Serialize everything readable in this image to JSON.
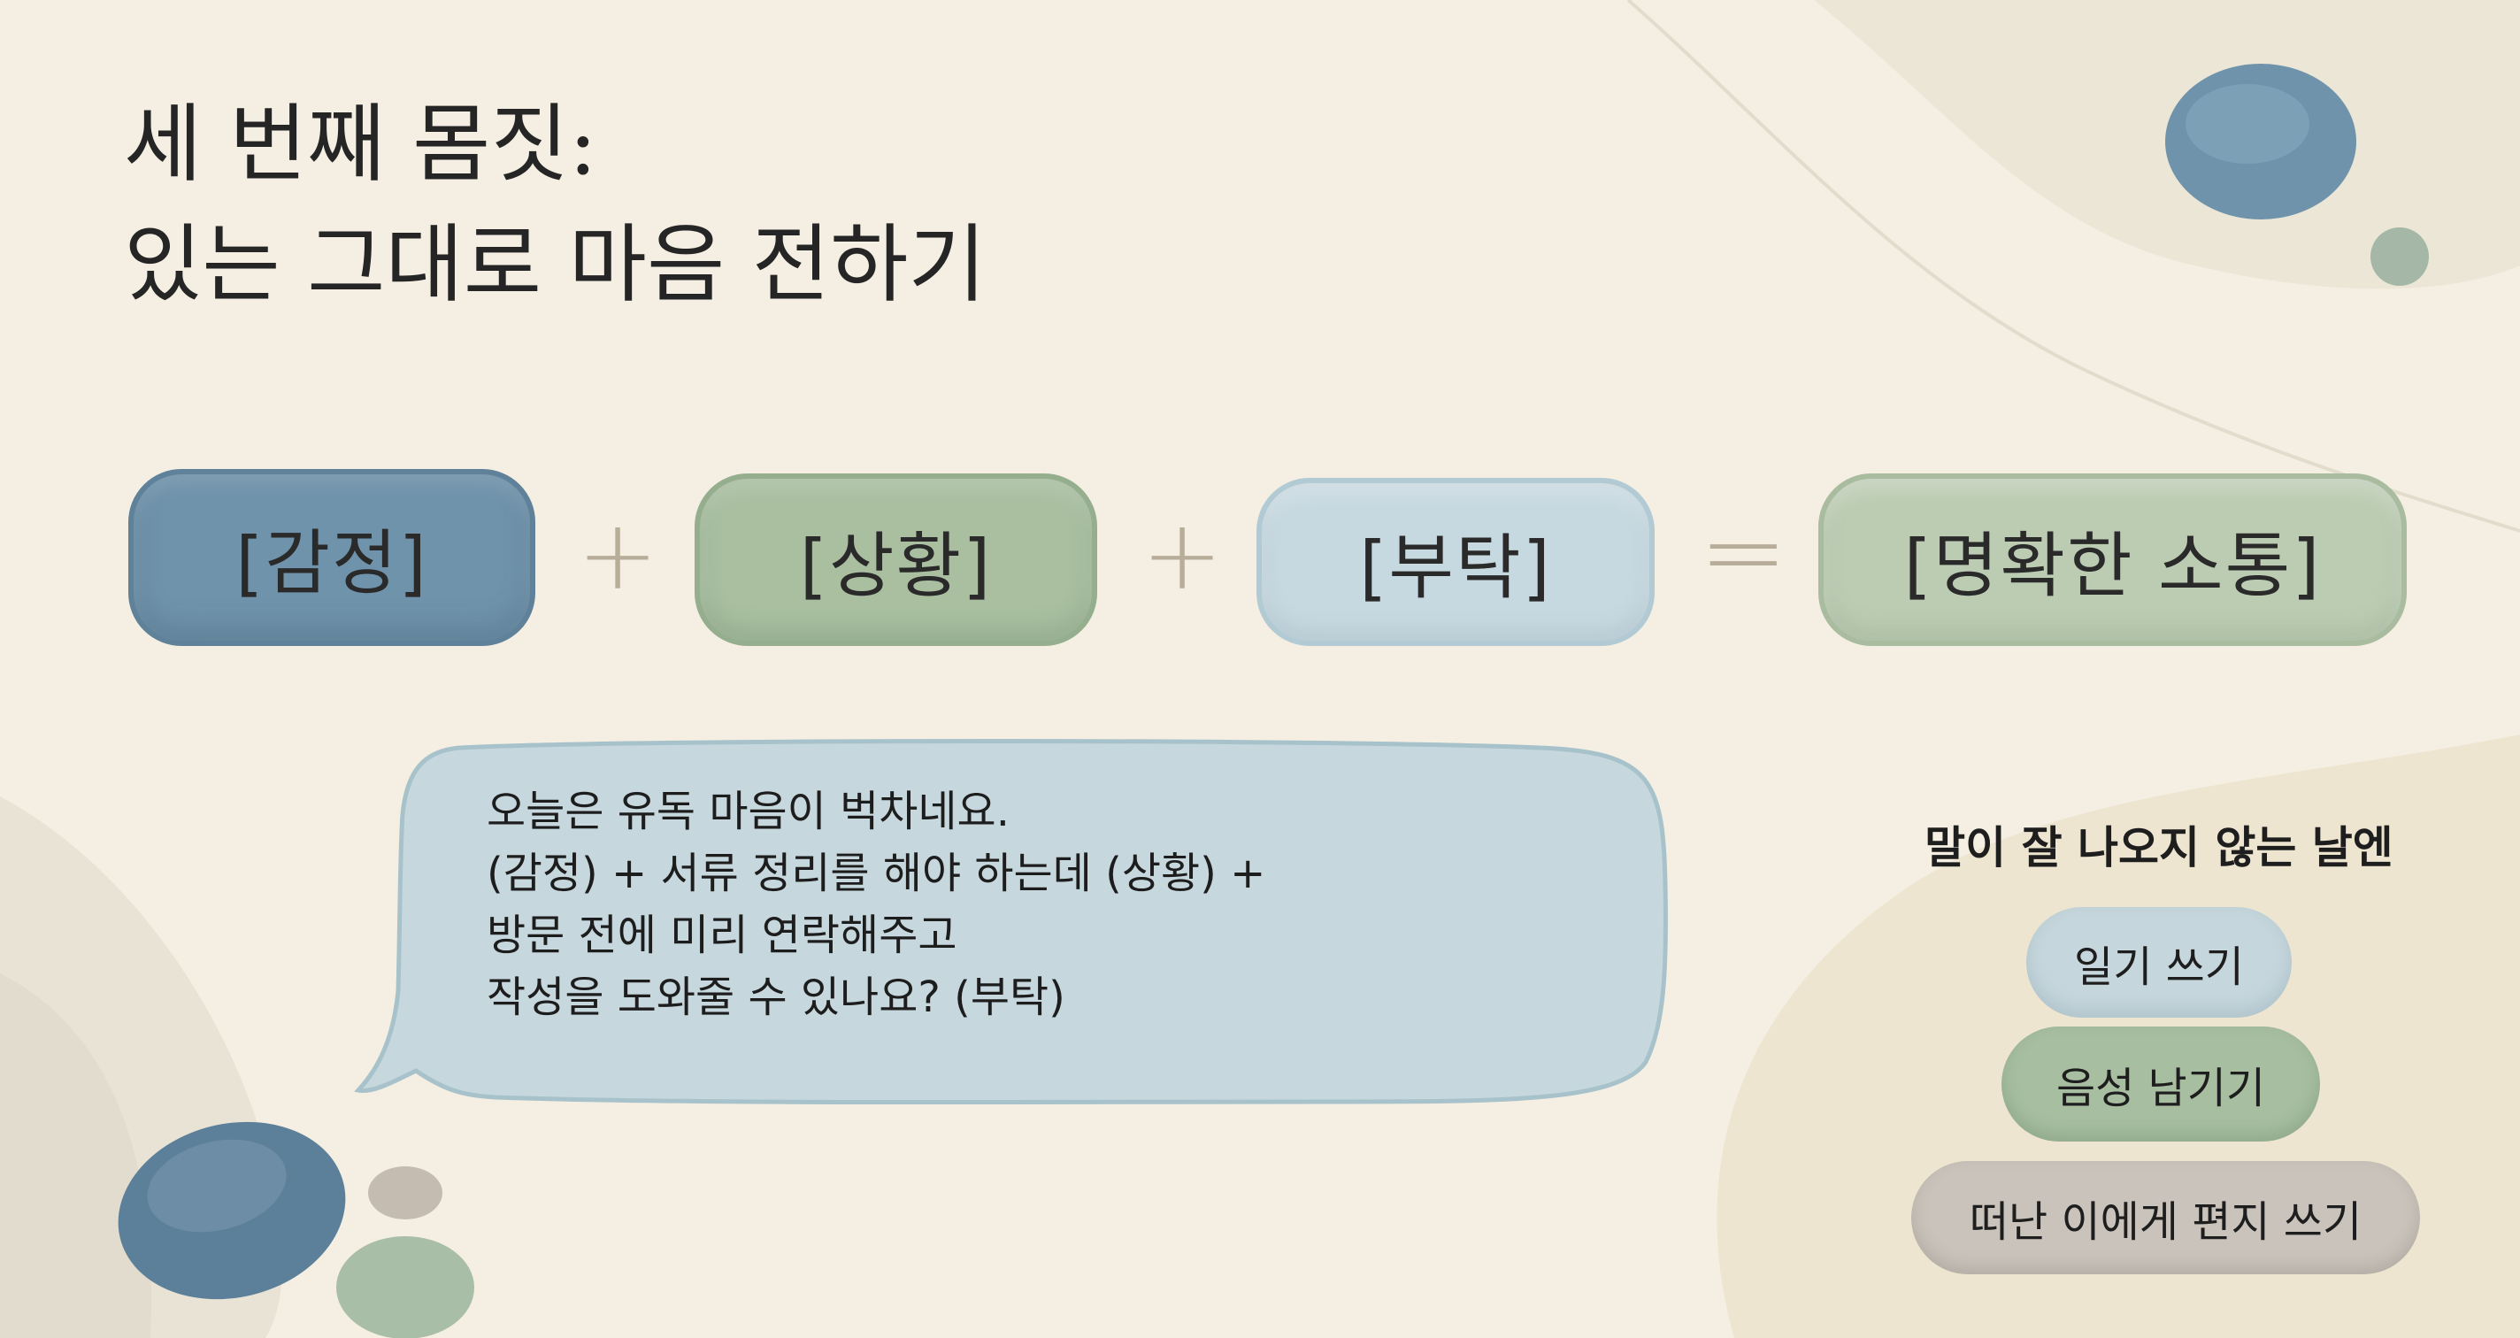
{
  "title": {
    "line1": "세 번째 몸짓:",
    "line2": "있는 그대로 마음 전하기"
  },
  "equation": {
    "emotion": "[감정]",
    "plus1": "+",
    "situation": "[상황]",
    "plus2": "+",
    "request": "[부탁]",
    "equals": "=",
    "result": "[명확한 소통]"
  },
  "example": {
    "lines": [
      "오늘은 유독 마음이 벅차네요.",
      "(감정) + 서류 정리를 해야 하는데 (상황) +",
      "방문 전에 미리 연락해주고",
      "작성을 도와줄 수 있나요?  (부탁)"
    ]
  },
  "alternatives": {
    "title": "말이 잘 나오지 않는 날엔",
    "items": [
      "일기 쓰기",
      "음성 남기기",
      "떠난 이에게 편지 쓰기"
    ]
  },
  "colors": {
    "background": "#f4efe2",
    "blue": "#6f93ab",
    "green": "#a9bfa0",
    "light_blue": "#c7d9e0",
    "sage": "#bcccb3",
    "taupe": "#cac3bb"
  },
  "decorations": [
    "blue-pebble",
    "sage-pebble",
    "grey-pebble"
  ]
}
